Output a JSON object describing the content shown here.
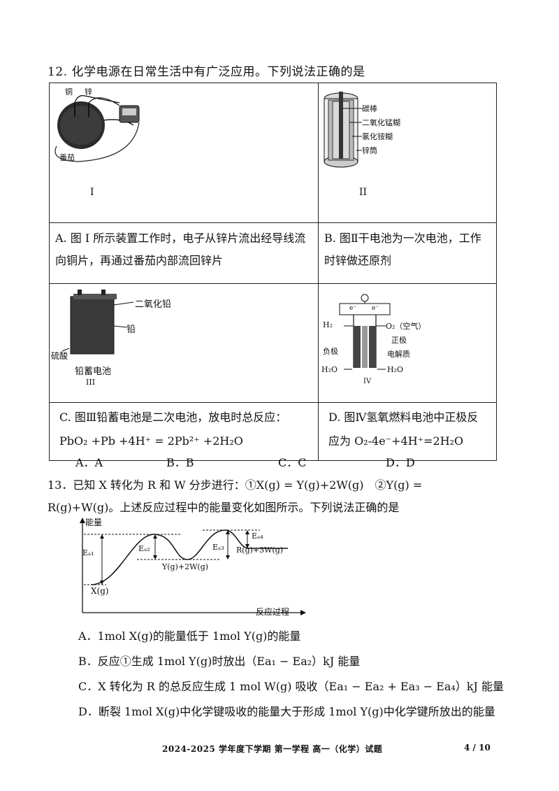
{
  "q12": {
    "stem": "12. 化学电源在日常生活中有广泛应用。下列说法正确的是",
    "fig1": {
      "label_cu": "铜",
      "label_zn": "锌",
      "label_tomato": "番茄",
      "caption": "I"
    },
    "fig2": {
      "labels": [
        "碳棒",
        "二氧化锰糊",
        "氯化铵糊",
        "锌筒"
      ],
      "caption": "II"
    },
    "fig3": {
      "label_pbo2": "二氧化铅",
      "label_pb": "铅",
      "label_acid": "硫酸",
      "name": "铅蓄电池",
      "caption": "III"
    },
    "fig4": {
      "h2": "H₂",
      "o2": "O₂（空气）",
      "pos": "正极",
      "neg": "负极",
      "electrolyte": "电解质",
      "h2o_left": "H₂O",
      "h2o_right": "H₂O",
      "e1": "e⁻",
      "e2": "e⁻",
      "caption": "IV"
    },
    "optA": "A. 图 I 所示装置工作时，电子从锌片流出经导线流向铜片，再通过番茄内部流回锌片",
    "optB": "B. 图Ⅱ干电池为一次电池，工作时锌做还原剂",
    "optC_line1": "C. 图Ⅲ铅蓄电池是二次电池，放电时总反应：",
    "optC_line2": "PbO₂ +Pb +4H⁺ = 2Pb²⁺ +2H₂O",
    "optD": "D. 图Ⅳ氢氧燃料电池中正极反应为 O₂-4e⁻+4H⁺=2H₂O",
    "choices": [
      "A．A",
      "B．B",
      "C．C",
      "D．D"
    ]
  },
  "q13": {
    "stem": "13．已知 X 转化为 R 和 W 分步进行：①X(g) = Y(g)+2W(g)　②Y(g) = R(g)+W(g)。上述反应过程中的能量变化如图所示。下列说法正确的是",
    "diagram": {
      "ylabel": "能量",
      "xlabel": "反应过程",
      "ea1": "Eₐ₁",
      "ea2": "Eₐ₂",
      "ea3": "Eₐ₃",
      "ea4": "Eₐ₄",
      "x_label": "X(g)",
      "y_label": "Y(g)+2W(g)",
      "r_label": "R(g)+3W(g)"
    },
    "optA": "A．1mol X(g)的能量低于 1mol Y(g)的能量",
    "optB": "B．反应①生成 1mol Y(g)时放出（Ea₁ − Ea₂）kJ 能量",
    "optC": "C．X 转化为 R 的总反应生成 1 mol W(g) 吸收（Ea₁ − Ea₂ + Ea₃ − Ea₄）kJ 能量",
    "optD": "D．断裂 1mol X(g)中化学键吸收的能量大于形成 1mol Y(g)中化学键所放出的能量"
  },
  "footer": {
    "text": "2024-2025 学年度下学期 第一学程 高一（化学）试题",
    "page": "4 / 10"
  }
}
